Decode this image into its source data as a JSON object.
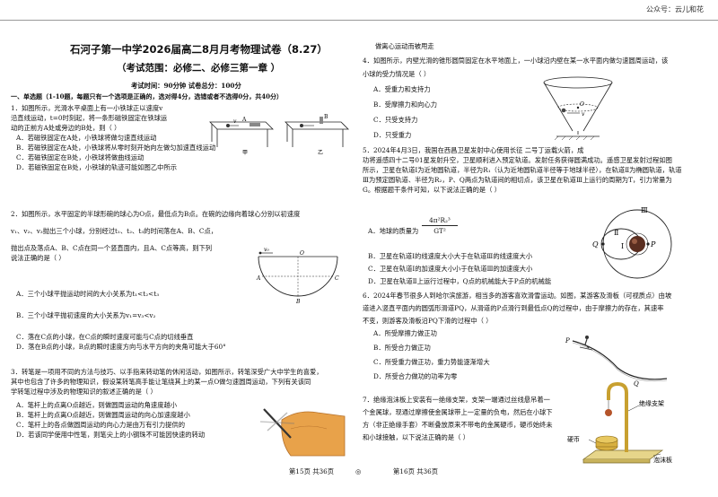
{
  "watermark": "公众号：云儿和花",
  "header_fragment": "做离心运动而被甩走",
  "title": "石河子第一中学2026届高二8月月考物理试卷（8.27）",
  "scope": "（考试范围：必修二、必修三第一章 ）",
  "exam_info": "考试时间：90分钟  试卷总分：100分",
  "section1": "一、单选题（1-10题，每题只有一个选项是正确的，选对得4分，选错或者不选得0分，共40分）",
  "q1": {
    "lines": [
      "1．如图所示，光滑水平桌面上有一小铁球正以速度v",
      "沿直线运动，t=0时刻起，将一条形磁铁固定在铁球运",
      "动的正前方A处或旁边的B处，则（      ）"
    ],
    "options": [
      "A．若磁铁固定在A处，小铁球将做匀速直线运动",
      "B．若磁铁固定在A处，小铁球将从零时刻开始向左做匀加速直线运动",
      "C．若磁铁固定在B处，小铁球将做曲线运动",
      "D．若磁铁固定在B处，小铁球的轨迹可能如图乙中所示"
    ],
    "fig_labels": [
      "甲",
      "乙",
      "A",
      "B",
      "v"
    ]
  },
  "q2": {
    "lines": [
      "2．如图所示，水平固定的半球形碗的球心为O点，最低点为B点。在碗的边缘向着球心分别以初速度",
      "v₁、v₂、v₃抛出三个小球，分别经过t₁、t₂、t₃的时间落在A、B、C点，",
      "抛出点及落点A、B、C点在同一个竖直面内，且A、C点等高，则下列",
      "说法正确的是（      ）"
    ],
    "options": [
      "A．三个小球平抛运动时间的大小关系为t₁<t₂<t₃",
      "B．三个小球平抛初速度的大小关系为v₁=v₃<v₂",
      "C．落在C点的小球，在C点的瞬时速度可能与C点的切线垂直",
      "D．落在B点的小球，B点的瞬时速度方向与水平方向的夹角可能大于60°"
    ],
    "fig_labels": [
      "v₀",
      "O",
      "A",
      "C",
      "B"
    ]
  },
  "q3": {
    "lines": [
      "3．转笔是一项用不同的方法与技巧、以手指来转动笔的休闲活动，如图所示，转笔深受广大中学生的喜爱，",
      "其中也包含了许多的物理知识，假设某转笔高手能让笔绕其上的某一点O做匀速圆周运动，下列有关该同",
      "学转笔过程中涉及的物理知识的叙述正确的是（      ）"
    ],
    "options": [
      "A．笔杆上的点离O点越近，则做圆周运动的角速度越小",
      "B．笔杆上的点离O点越近，则做圆周运动的向心加速度越小",
      "C．笔杆上的各点做圆周运动的向心力是由万有引力提供的",
      "D．若该同学使用中性笔，则笔尖上的小钢珠不可能因快速的转动"
    ]
  },
  "q4": {
    "lines": [
      "4．如图所示，内壁光滑的锥形圆筒固定在水平地面上，一小球沿内壁在某一水平面内做匀速圆周运动，该",
      "小球的受力情况是（      ）"
    ],
    "options": [
      "A．受重力和支持力",
      "B．受摩擦力和向心力",
      "C．只受支持力",
      "D．只受重力"
    ],
    "fig_labels": [
      "O",
      "v"
    ]
  },
  "q5": {
    "lines": [
      "5．2024年4月3日，我国在西昌卫星发射中心使用长征                    二号丁运载火箭，成",
      "功将遥感四十二号01星发射升空，卫星顺利进入预定轨道。发射任务获得圆满成功。遥感卫星发射过程如图",
      "所示，卫星在轨道Ⅰ为近地圆轨道，半径为R₁（认为近地圆轨道半径等于地球半径），在轨道Ⅱ为椭圆轨道，轨道",
      "Ⅲ为预定圆轨道、半径为R₂，P、Q两点为轨道间的相切点，该卫星在轨道Ⅲ上运行的周期为T，引力常量为",
      "G。根据题干条件可知，以下说法正确的是（      ）"
    ],
    "optionA_prefix": "A．地球的质量为",
    "optionA_num": "4π²R₂³",
    "optionA_den": "GT²",
    "options": [
      "B．卫星在轨道Ⅰ的线速度大小大于在轨道Ⅲ的线速度大小",
      "C．卫星在轨道Ⅰ的加速度大小小于在轨道Ⅲ的加速度大小",
      "D．卫星在轨道Ⅱ上运行过程中，Q点的机械能大于P点的机械能"
    ],
    "fig_labels": [
      "Ⅲ",
      "Ⅱ",
      "Ⅰ",
      "Q",
      "P"
    ]
  },
  "q6": {
    "lines": [
      "6．2024年春节很多人到哈尔滨旅游，相当多的游客喜欢滑雪运动。如图，某游客及滑板（可视质点）由坡",
      "道进入竖直平面内的圆弧形滑道PQ，从滑道的P点滑行到最低点Q的过程中，由于摩擦力的存在，其速率",
      "不变，则游客及滑板沿PQ下滑的过程中（      ）"
    ],
    "options": [
      "A．所受摩擦力做正功",
      "B．所受合力做正功",
      "C．所受重力做正功，重力势能逐渐增大",
      "D．所受合力做功的功率为零"
    ],
    "fig_labels": [
      "P",
      "Q"
    ]
  },
  "q7": {
    "lines": [
      "7．绝缘泡沫板上安装有一绝缘支架，支架一端通过丝线悬吊着一",
      "个金属球，现通过摩擦使金属球带上一定量的负电，然后在小球下",
      "方（非正绝缘手套）不断叠放原来不带电的金属硬币，硬币始终未",
      "和小球接触，以下说法正确的是（      ）"
    ],
    "fig_labels": [
      "绝缘支架",
      "硬币",
      "泡沫板"
    ]
  },
  "footer": {
    "left": "第15页  共36页",
    "mid": "◎",
    "right": "第16页  共36页"
  }
}
